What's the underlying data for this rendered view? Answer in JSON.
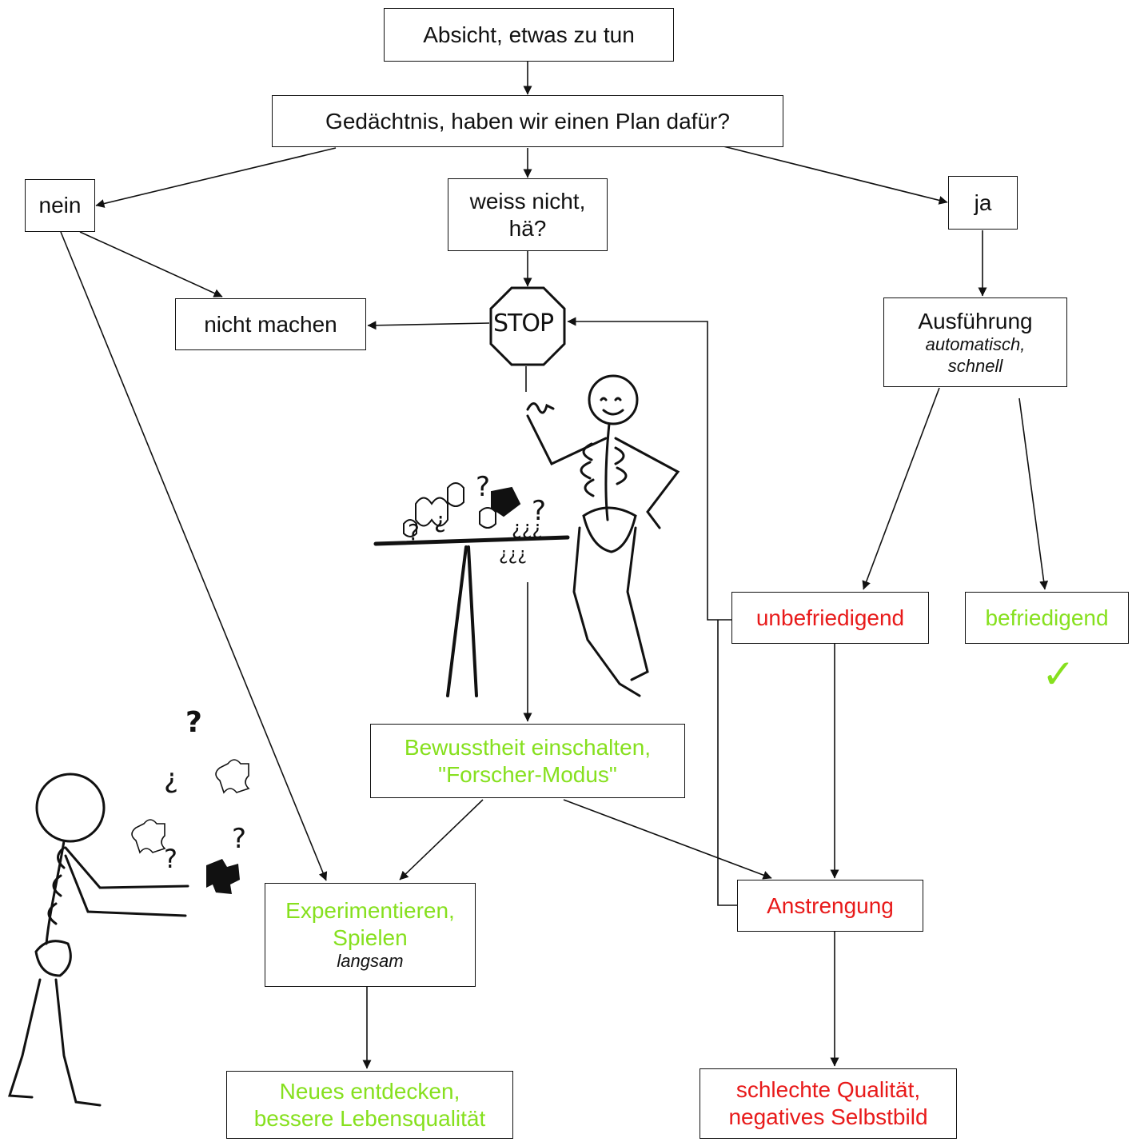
{
  "nodes": {
    "absicht": {
      "text": "Absicht, etwas zu tun"
    },
    "gedaechtnis": {
      "text": "Gedächtnis, haben wir einen Plan dafür?"
    },
    "nein": {
      "text": "nein"
    },
    "weiss_nicht": {
      "line1": "weiss nicht,",
      "line2": "hä?"
    },
    "ja": {
      "text": "ja"
    },
    "nicht_machen": {
      "text": "nicht machen"
    },
    "stop": {
      "text": "STOP"
    },
    "ausfuehrung": {
      "text": "Ausführung",
      "sub1": "automatisch,",
      "sub2": "schnell"
    },
    "unbefriedigend": {
      "text": "unbefriedigend"
    },
    "befriedigend": {
      "text": "befriedigend"
    },
    "bewusstheit": {
      "line1": "Bewusstheit einschalten,",
      "line2": "\"Forscher-Modus\""
    },
    "experimentieren": {
      "line1": "Experimentieren,",
      "line2": "Spielen",
      "sub": "langsam"
    },
    "anstrengung": {
      "text": "Anstrengung"
    },
    "neues": {
      "line1": "Neues entdecken,",
      "line2": "bessere Lebensqualität"
    },
    "schlechte": {
      "line1": "schlechte Qualität,",
      "line2": "negatives Selbstbild"
    }
  },
  "colors": {
    "positive": "#86e01e",
    "negative": "#e81a1a",
    "line": "#111111"
  },
  "icons": {
    "check": "check-icon",
    "stop_sign": "stop-sign-icon"
  }
}
